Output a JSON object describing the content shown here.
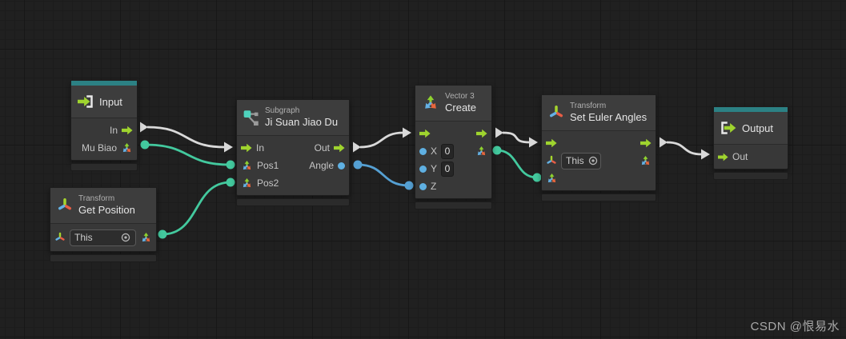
{
  "watermark": "CSDN @恨易水",
  "colors": {
    "canvas_bg": "#202020",
    "teal_title_bar": "#2c8184",
    "flow_port_green": "#9fd42e",
    "flow_wire_white": "#d9d9d9",
    "vector_wire_mint": "#43c99e",
    "float_wire_blue": "#55a0d3",
    "float_port_blue": "#5fb0e2"
  },
  "nodes": {
    "input": {
      "title": "Input",
      "port_in": "In",
      "port_target": "Mu Biao"
    },
    "get_position": {
      "category": "Transform",
      "title": "Get Position",
      "this_field": "This"
    },
    "subgraph": {
      "category": "Subgraph",
      "title": "Ji Suan Jiao Du",
      "port_in": "In",
      "port_out": "Out",
      "port_pos1": "Pos1",
      "port_pos2": "Pos2",
      "port_angle": "Angle"
    },
    "vector3_create": {
      "category": "Vector 3",
      "title": "Create",
      "x_label": "X",
      "x_value": "0",
      "y_label": "Y",
      "y_value": "0",
      "z_label": "Z"
    },
    "set_euler_angles": {
      "category": "Transform",
      "title": "Set Euler Angles",
      "this_field": "This"
    },
    "output": {
      "title": "Output",
      "port_out": "Out"
    }
  },
  "edges": [
    {
      "name": "input-in-to-subgraph-in",
      "type": "flow",
      "color": "#d9d9d9",
      "from": [
        175,
        159
      ],
      "to": [
        291,
        184
      ]
    },
    {
      "name": "input-mubiao-to-subgraph-pos1",
      "type": "value",
      "color": "#43c99e",
      "from": [
        181,
        181
      ],
      "to": [
        288,
        206
      ]
    },
    {
      "name": "getposition-value-to-subgraph-pos2",
      "type": "value",
      "color": "#43c99e",
      "from": [
        203,
        293
      ],
      "to": [
        288,
        228
      ]
    },
    {
      "name": "subgraph-out-to-create-in",
      "type": "flow",
      "color": "#d9d9d9",
      "from": [
        441,
        184
      ],
      "to": [
        514,
        166
      ]
    },
    {
      "name": "subgraph-angle-to-create-z",
      "type": "value",
      "color": "#55a0d3",
      "from": [
        447,
        206
      ],
      "to": [
        511,
        232
      ]
    },
    {
      "name": "create-out-to-seteuler-in",
      "type": "flow",
      "color": "#d9d9d9",
      "from": [
        619,
        166
      ],
      "to": [
        672,
        178
      ]
    },
    {
      "name": "create-vector-to-seteuler-angles",
      "type": "value",
      "color": "#43c99e",
      "from": [
        621,
        188
      ],
      "to": [
        671,
        222
      ]
    },
    {
      "name": "seteuler-out-to-output-out",
      "type": "flow",
      "color": "#d9d9d9",
      "from": [
        824,
        178
      ],
      "to": [
        887,
        193
      ]
    }
  ]
}
